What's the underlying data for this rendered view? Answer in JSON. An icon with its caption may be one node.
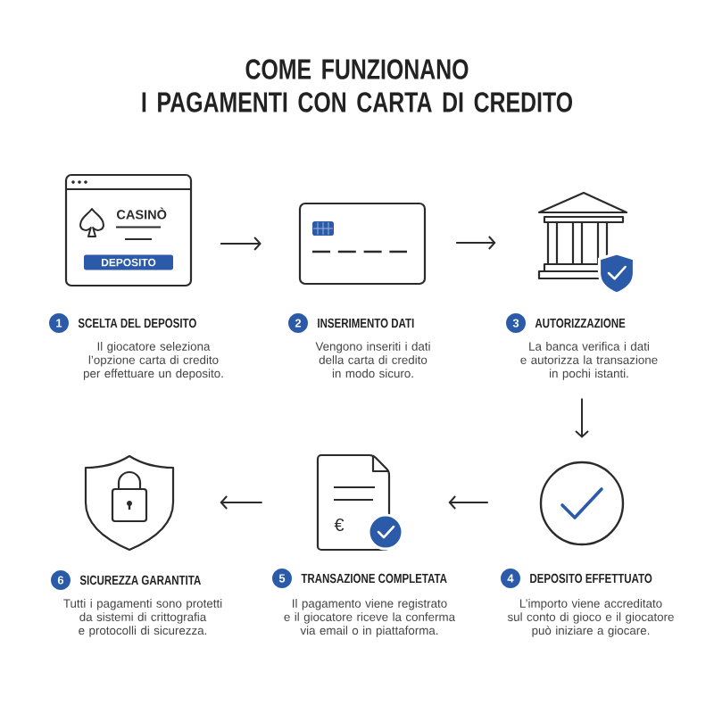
{
  "diagram": {
    "title": "COME FUNZIONANO I PAGAMENTI CON CARTA DI CREDITO",
    "nodes": [
      {
        "text": [
          "CASINÒ"
        ],
        "beside": [
          "1",
          "SCELTA DEL DEPOSITO",
          "Il giocatore seleziona l’opzione carta di credito per effettuare un deposito."
        ]
      },
      {
        "text": [
          "DEPOSITO"
        ],
        "in": 0
      },
      {
        "text": [],
        "shape": "picture",
        "beside": [
          "2",
          "INSERIMENTO DATI",
          "Vengono inseriti i dati della carta di credito in modo sicuro."
        ]
      },
      {
        "text": [],
        "shape": "picture",
        "beside": [
          "3",
          "AUTORIZZAZIONE",
          "La banca verifica i dati e autorizza la transazione in pochi istanti."
        ]
      },
      {
        "text": [],
        "shape": "circle",
        "beside": [
          "4",
          "DEPOSITO EFFETTUATO",
          "L’importo viene accreditato sul conto di gioco e il giocatore può iniziare a giocare."
        ]
      },
      {
        "text": [
          "€"
        ],
        "beside": [
          "5",
          "TRANSAZIONE COMPLETATA",
          "Il pagamento viene registrato e il giocatore riceve la conferma via email o in piattaforma."
        ]
      },
      {
        "text": [],
        "shape": "picture",
        "beside": [
          "6",
          "SICUREZZA GARANTITA",
          "Tutti i pagamenti sono protetti da sistemi di crittografia e protocolli di sicurezza."
        ]
      }
    ],
    "edges": [
      {
        "from": 0,
        "to": 2,
        "arrow": "to"
      },
      {
        "from": 2,
        "to": 3,
        "arrow": "to"
      },
      {
        "from": 3,
        "to": 4,
        "arrow": "to"
      },
      {
        "from": 4,
        "to": 5,
        "arrow": "to"
      },
      {
        "from": 5,
        "to": 6,
        "arrow": "to"
      }
    ]
  }
}
